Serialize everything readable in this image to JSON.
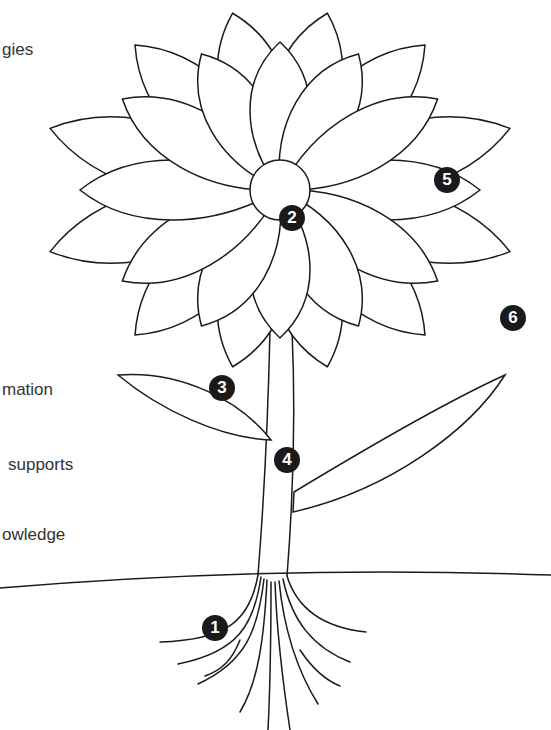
{
  "diagram": {
    "labels": [
      "gies",
      "mation",
      "supports",
      "owledge",
      "1",
      "2",
      "3",
      "4",
      "5",
      "6"
    ]
  }
}
